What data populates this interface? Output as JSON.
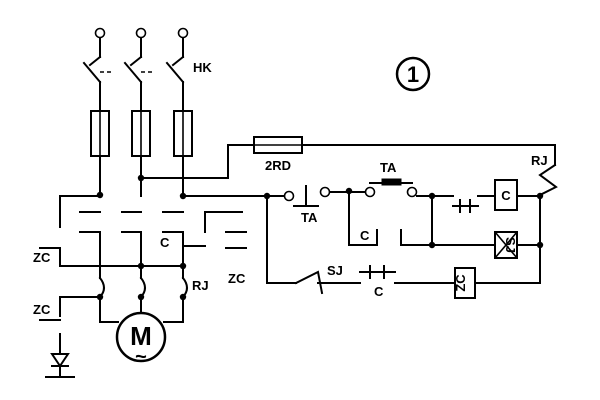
{
  "diagram": {
    "number_label": "1",
    "motor_label": "M",
    "motor_ac_symbol": "~",
    "labels": {
      "knife_switch": "HK",
      "fuse_2": "2RD",
      "start_button": "TA",
      "stop_button": "TA",
      "contactor_coil": "C",
      "thermal_relay_contact": "RJ",
      "thermal_relay_main": "RJ",
      "contactor_main_contact": "C",
      "contactor_aux_contact_1": "C",
      "contactor_aux_contact_2": "C",
      "time_relay_contact": "SJ",
      "time_relay_coil": "SJ",
      "star_contactor_left_1": "ZC",
      "star_contactor_left_2": "ZC",
      "star_contactor_right": "ZC",
      "star_contactor_coil": "ZC"
    }
  }
}
